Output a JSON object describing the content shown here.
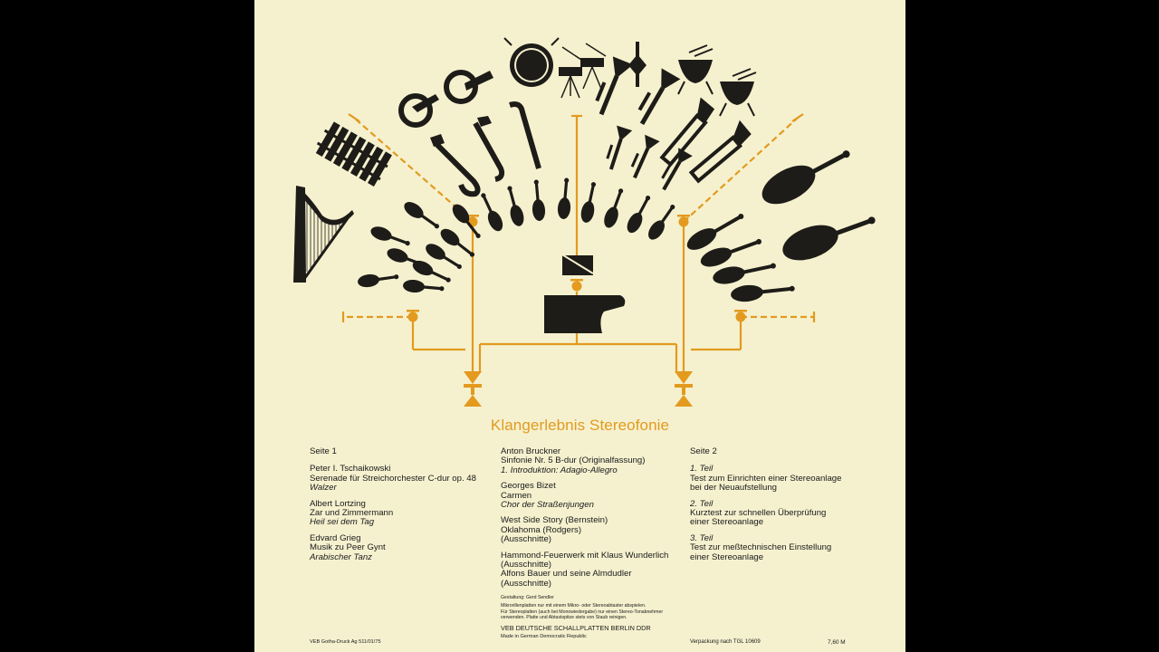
{
  "title": "Klangerlebnis Stereofonie",
  "side1": {
    "heading": "Seite 1",
    "pieces": [
      {
        "composer": "Peter I. Tschaikowski",
        "work": "Serenade für Streichorchester C-dur op. 48",
        "movement": "Walzer"
      },
      {
        "composer": "Albert Lortzing",
        "work": "Zar und Zimmermann",
        "movement": "Heil sei dem Tag"
      },
      {
        "composer": "Edvard Grieg",
        "work": "Musik zu Peer Gynt",
        "movement": "Arabischer Tanz"
      }
    ]
  },
  "middle": {
    "bruckner": {
      "composer": "Anton Bruckner",
      "work": "Sinfonie Nr. 5 B-dur (Originalfassung)",
      "movement": "1. Introduktion: Adagio-Allegro"
    },
    "bizet": {
      "composer": "Georges Bizet",
      "work": "Carmen",
      "movement": "Chor der Straßenjungen"
    },
    "westside": {
      "line1": "West Side Story (Bernstein)",
      "line2": "Oklahoma (Rodgers)",
      "line3": "(Ausschnitte)"
    },
    "hammond": {
      "line1": "Hammond-Feuerwerk mit Klaus Wunderlich",
      "line2": "(Ausschnitte)",
      "line3": "Alfons Bauer und seine Almdudler",
      "line4": "(Ausschnitte)"
    }
  },
  "side2": {
    "heading": "Seite 2",
    "parts": [
      {
        "label": "1. Teil",
        "line1": "Test zum Einrichten einer Stereoanlage",
        "line2": "bei der Neuaufstellung"
      },
      {
        "label": "2. Teil",
        "line1": "Kurztest zur schnellen Überprüfung",
        "line2": "einer Stereoanlage"
      },
      {
        "label": "3. Teil",
        "line1": "Test zur meßtechnischen Einstellung",
        "line2": "einer Stereoanlage"
      }
    ]
  },
  "credits": {
    "design": "Gestaltung: Gerd Sendler",
    "note1": "Mikrorillenplatten nur mit einem Mikro- oder Stereoabtaster abspielen.",
    "note2": "Für Stereoplatten (auch bei Monowiedergabe) nur einen Stereo-Tonabnehmer",
    "note3": "verwenden. Platte und Abtastspitze stets von Staub reinigen.",
    "label": "VEB DEUTSCHE SCHALLPLATTEN BERLIN DDR",
    "made_in": "Made in German Democratic Republic"
  },
  "footer": {
    "printer": "VEB Gotha-Druck   Ag 511/01/75",
    "packaging": "Verpackung  nach  TGL 10609",
    "price": "7,60 M"
  },
  "colors": {
    "accent": "#e39a1e",
    "ink": "#1e1c18",
    "paper": "#f5f1cf",
    "background": "#000000"
  }
}
